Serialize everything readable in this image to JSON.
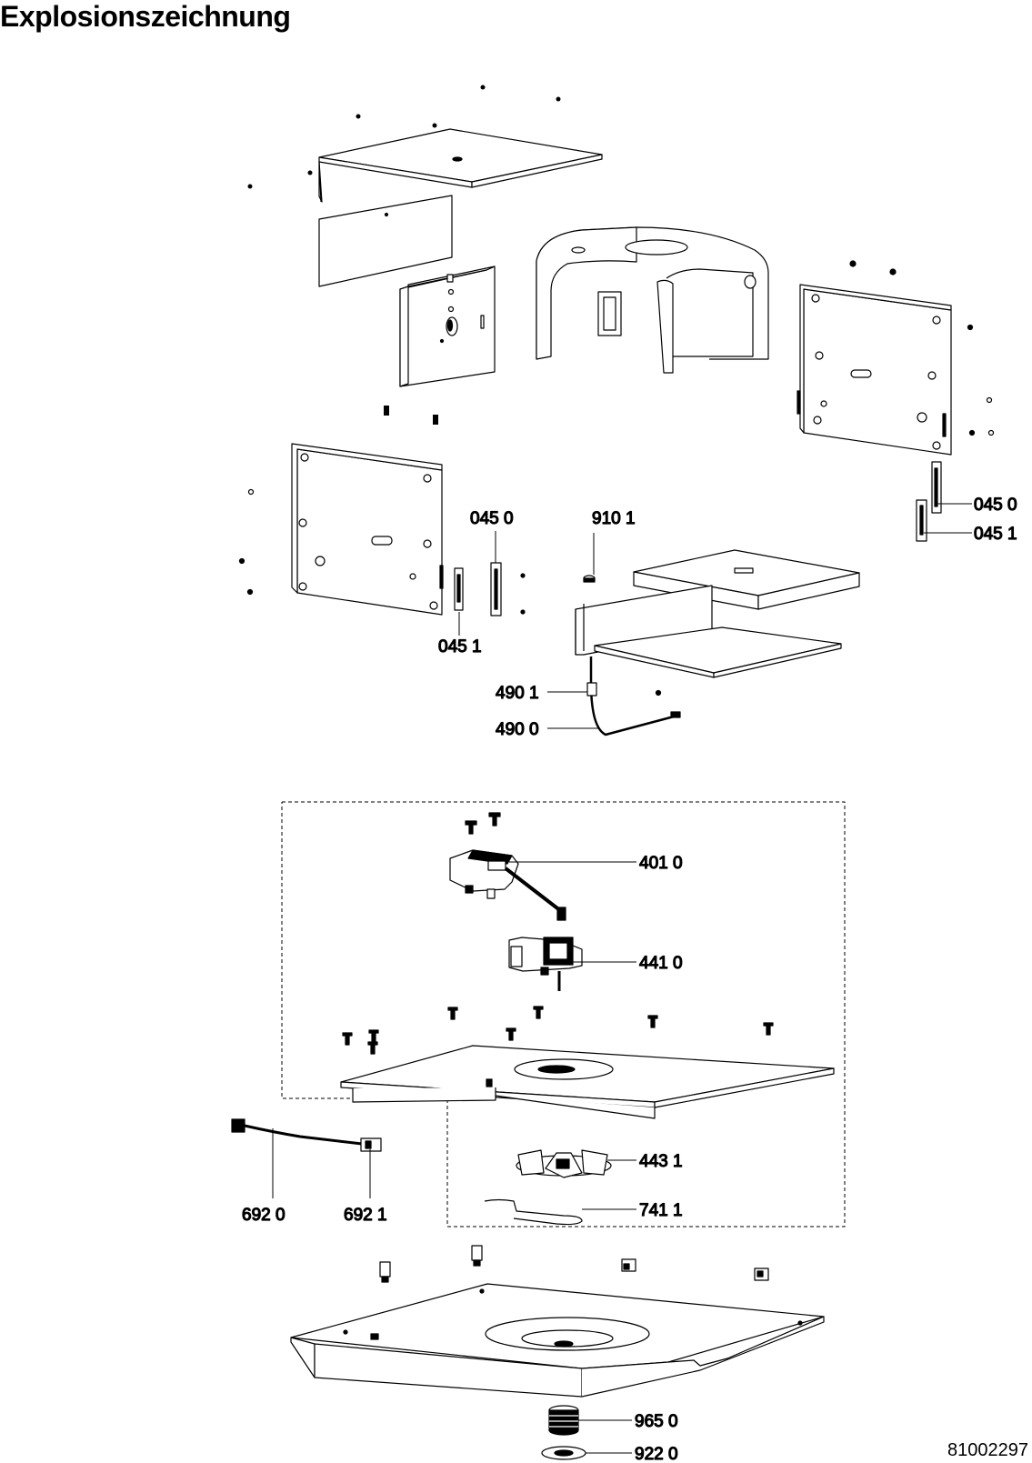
{
  "title": "Explosionszeichnung",
  "document_number": "81002297",
  "part_labels": [
    {
      "id": "lbl-0450-right",
      "text": "045 0"
    },
    {
      "id": "lbl-0451-right",
      "text": "045 1"
    },
    {
      "id": "lbl-0450-mid",
      "text": "045 0"
    },
    {
      "id": "lbl-9101",
      "text": "910 1"
    },
    {
      "id": "lbl-0451-mid",
      "text": "045 1"
    },
    {
      "id": "lbl-4901",
      "text": "490 1"
    },
    {
      "id": "lbl-4900",
      "text": "490 0"
    },
    {
      "id": "lbl-4010",
      "text": "401 0"
    },
    {
      "id": "lbl-4410",
      "text": "441 0"
    },
    {
      "id": "lbl-4431",
      "text": "443 1"
    },
    {
      "id": "lbl-7411",
      "text": "741 1"
    },
    {
      "id": "lbl-6920",
      "text": "692 0"
    },
    {
      "id": "lbl-6921",
      "text": "692 1"
    },
    {
      "id": "lbl-9650",
      "text": "965 0"
    },
    {
      "id": "lbl-9220",
      "text": "922 0"
    }
  ]
}
